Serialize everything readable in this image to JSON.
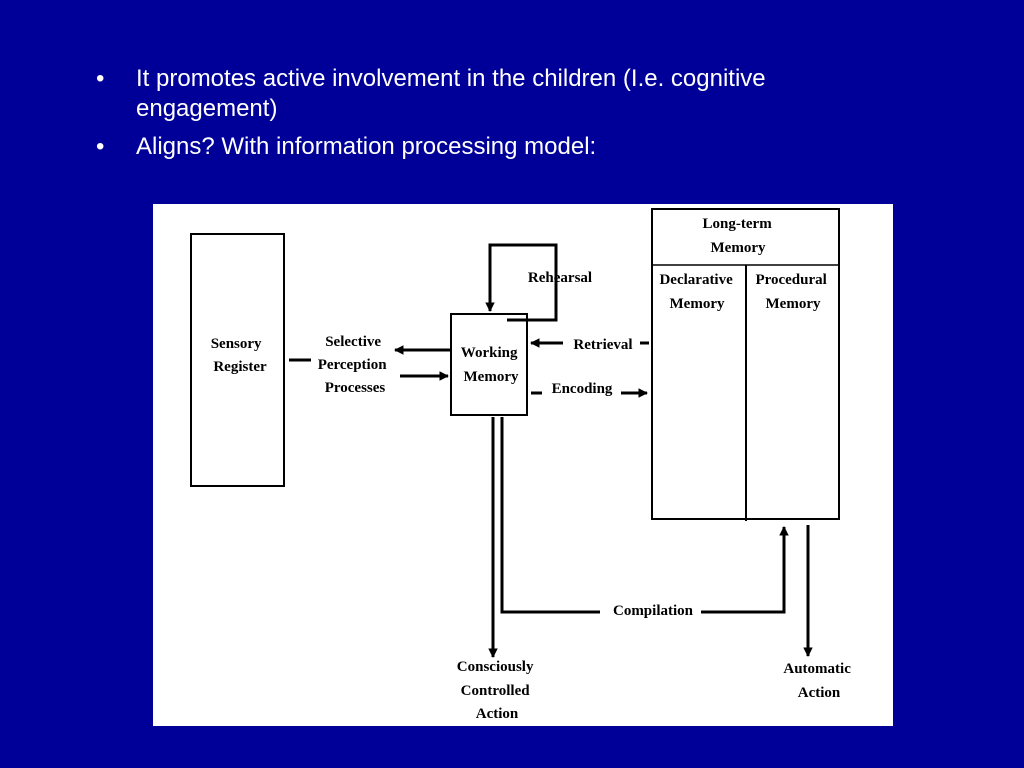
{
  "bullets": [
    {
      "marker": "•",
      "text": "It promotes active involvement in the children (I.e. cognitive engagement)"
    },
    {
      "marker": "•",
      "text": "Aligns? With information processing model:"
    }
  ],
  "diagram": {
    "sensory_register": {
      "line1": "Sensory",
      "line2": "Register"
    },
    "selective_perception": {
      "line1": "Selective",
      "line2": "Perception",
      "line3": "Processes"
    },
    "working_memory": {
      "line1": "Working",
      "line2": "Memory"
    },
    "rehearsal": "Rehearsal",
    "retrieval": "Retrieval",
    "encoding": "Encoding",
    "long_term_memory": {
      "line1": "Long-term",
      "line2": "Memory"
    },
    "declarative_memory": {
      "line1": "Declarative",
      "line2": "Memory"
    },
    "procedural_memory": {
      "line1": "Procedural",
      "line2": "Memory"
    },
    "compilation": "Compilation",
    "consciously_controlled_action": {
      "line1": "Consciously",
      "line2": "Controlled",
      "line3": "Action"
    },
    "automatic_action": {
      "line1": "Automatic",
      "line2": "Action"
    }
  }
}
